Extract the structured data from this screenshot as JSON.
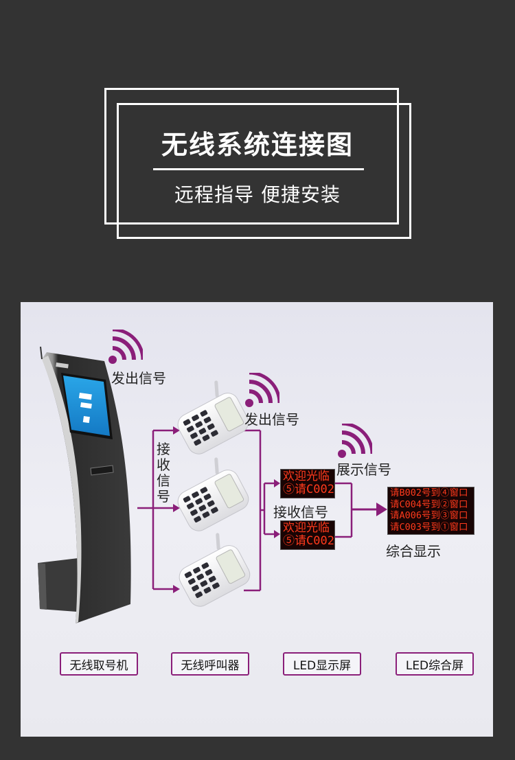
{
  "header": {
    "title": "无线系统连接图",
    "subtitle": "远程指导 便捷安装"
  },
  "diagram": {
    "signal_labels": [
      "发出信号",
      "发出信号",
      "展示信号"
    ],
    "receive_label_vertical": [
      "接",
      "收",
      "信",
      "号"
    ],
    "receive_label": "接收信号",
    "combined_display_label": "综合显示",
    "led_small": [
      [
        "欢迎光临",
        "⑤请C002"
      ],
      [
        "欢迎光临",
        "⑤请C002"
      ]
    ],
    "led_big": [
      "请B002号到④窗口",
      "请C004号到②窗口",
      "请A006号到③窗口",
      "请C003号到①窗口"
    ],
    "tags": [
      "无线取号机",
      "无线呼叫器",
      "LED显示屏",
      "LED综合屏"
    ]
  },
  "colors": {
    "background": "#333333",
    "accent_purple": "#8a1e79",
    "led_red": "#ff3a1c"
  },
  "icons": [
    "wifi-signal-icon"
  ]
}
